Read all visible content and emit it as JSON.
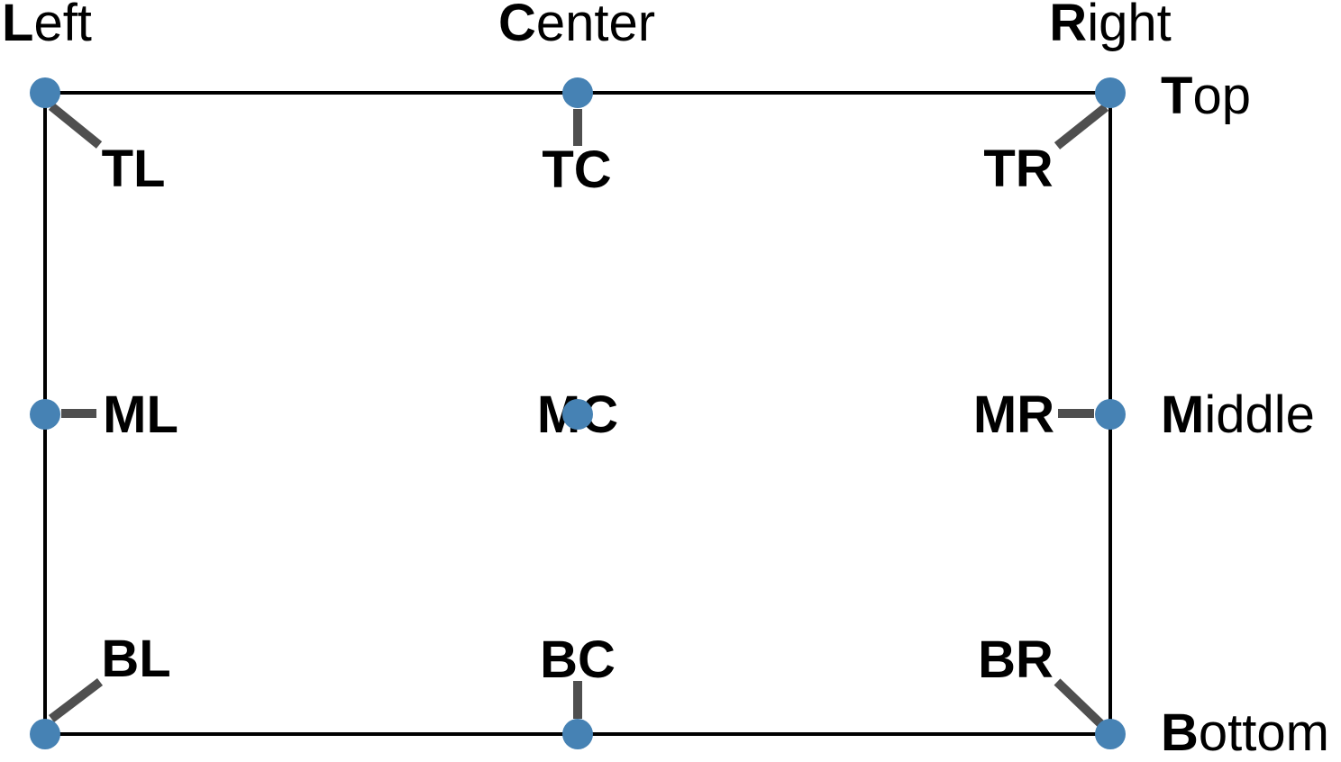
{
  "colors": {
    "marker": "#4682B4",
    "leader": "#4F4F4F",
    "frame": "#000000",
    "text": "#000000",
    "background": "#FFFFFF"
  },
  "edge_labels": {
    "left": {
      "bold": "L",
      "rest": "eft",
      "text": "Left"
    },
    "center": {
      "bold": "C",
      "rest": "enter",
      "text": "Center"
    },
    "right": {
      "bold": "R",
      "rest": "ight",
      "text": "Right"
    },
    "top": {
      "bold": "T",
      "rest": "op",
      "text": "Top"
    },
    "middle": {
      "bold": "M",
      "rest": "iddle",
      "text": "Middle"
    },
    "bottom": {
      "bold": "B",
      "rest": "ottom",
      "text": "Bottom"
    }
  },
  "anchors": {
    "TL": {
      "label": "TL",
      "column": "Left",
      "row": "Top"
    },
    "TC": {
      "label": "TC",
      "column": "Center",
      "row": "Top"
    },
    "TR": {
      "label": "TR",
      "column": "Right",
      "row": "Top"
    },
    "ML": {
      "label": "ML",
      "column": "Left",
      "row": "Middle"
    },
    "MC": {
      "label": "MC",
      "column": "Center",
      "row": "Middle"
    },
    "MR": {
      "label": "MR",
      "column": "Right",
      "row": "Middle"
    },
    "BL": {
      "label": "BL",
      "column": "Left",
      "row": "Bottom"
    },
    "BC": {
      "label": "BC",
      "column": "Center",
      "row": "Bottom"
    },
    "BR": {
      "label": "BR",
      "column": "Right",
      "row": "Bottom"
    }
  }
}
